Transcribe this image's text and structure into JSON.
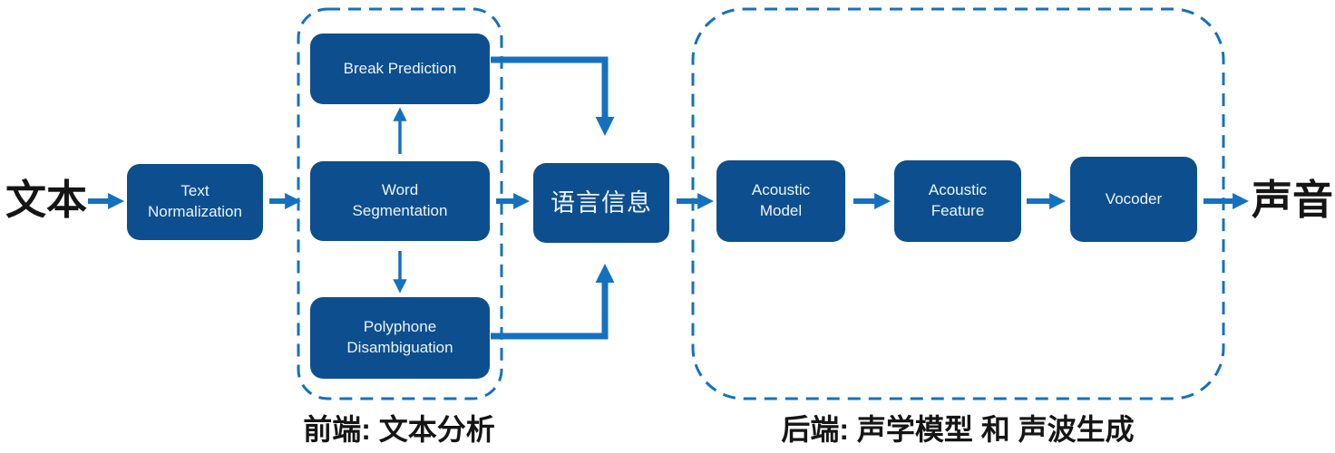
{
  "diagram": {
    "labels": {
      "input": "文本",
      "output": "声音",
      "frontend_caption": "前端: 文本分析",
      "backend_caption": "后端: 声学模型 和 声波生成"
    },
    "nodes": {
      "text_normalization": "Text\nNormalization",
      "break_prediction": "Break Prediction",
      "word_segmentation": "Word\nSegmentation",
      "polyphone_disambiguation": "Polyphone\nDisambiguation",
      "linguistic_info": "语言信息",
      "acoustic_model": "Acoustic\nModel",
      "acoustic_feature": "Acoustic\nFeature",
      "vocoder": "Vocoder"
    },
    "colors": {
      "node_fill": "#0d4f8e",
      "arrow_blue": "#1471c0",
      "node_text": "#edf3fa",
      "caption_text": "#151515"
    }
  }
}
